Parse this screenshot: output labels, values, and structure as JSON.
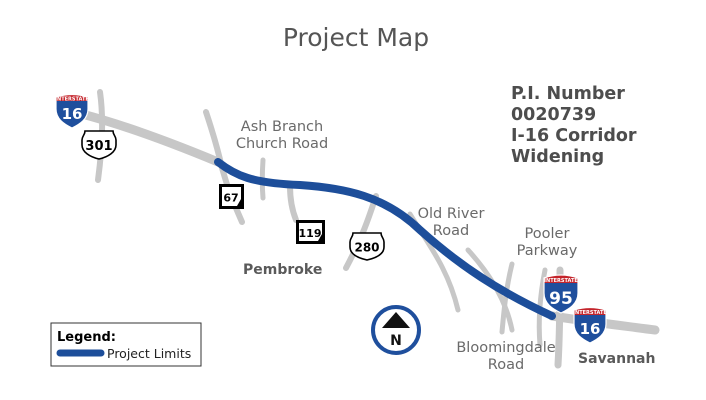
{
  "title": "Project Map",
  "project_info": {
    "line1": "P.I. Number",
    "line2": "0020739",
    "line3": "I-16 Corridor",
    "line4": "Widening"
  },
  "road_labels": {
    "ash_branch_line1": "Ash Branch",
    "ash_branch_line2": "Church Road",
    "old_river_line1": "Old River",
    "old_river_line2": "Road",
    "pooler_line1": "Pooler",
    "pooler_line2": "Parkway",
    "bloomingdale_line1": "Bloomingdale",
    "bloomingdale_line2": "Road"
  },
  "place_labels": {
    "pembroke": "Pembroke",
    "savannah": "Savannah"
  },
  "shields": {
    "interstate_word": "INTERSTATE",
    "i16_west": "16",
    "us301": "301",
    "sr67": "67",
    "sr119": "119",
    "sr280": "280",
    "i95": "95",
    "i16_east": "16"
  },
  "legend": {
    "title": "Legend:",
    "item": "Project Limits"
  },
  "north_arrow": {
    "letter": "N"
  },
  "colors": {
    "project_limits": "#1d4e9a",
    "roads": "#c4c4c4",
    "interstate_blue": "#1f4f9d",
    "interstate_red": "#c4242b",
    "north_ring": "#1f4f9d"
  },
  "icons": {
    "north": "north-arrow-icon"
  }
}
